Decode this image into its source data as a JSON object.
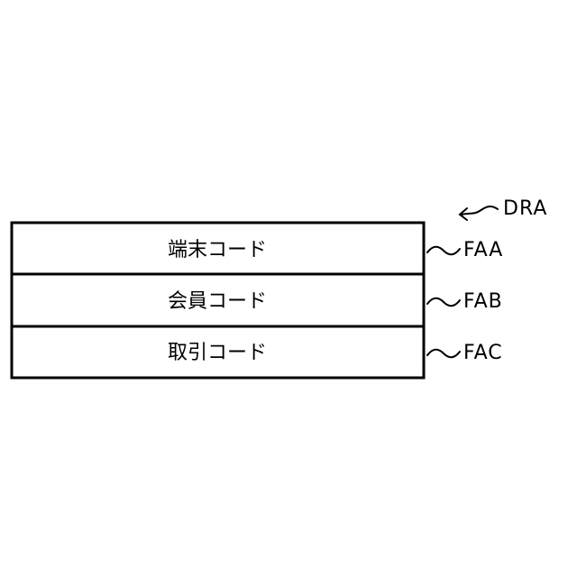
{
  "record_label": "DRA",
  "fields": [
    {
      "label": "端末コード",
      "ref": "FAA"
    },
    {
      "label": "会員コード",
      "ref": "FAB"
    },
    {
      "label": "取引コード",
      "ref": "FAC"
    }
  ],
  "colors": {
    "line": "#000000",
    "background": "#ffffff"
  }
}
